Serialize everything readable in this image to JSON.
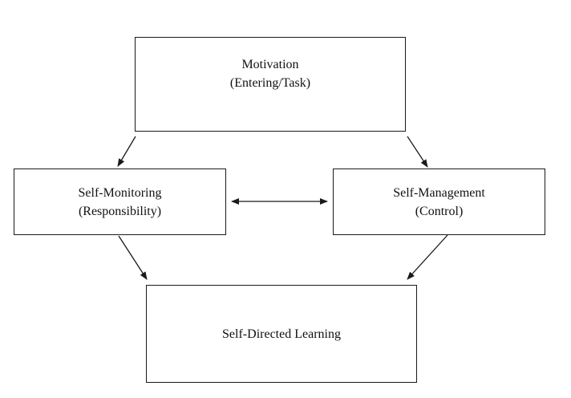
{
  "diagram": {
    "nodes": {
      "motivation": {
        "line1": "Motivation",
        "line2": "(Entering/Task)"
      },
      "self_monitoring": {
        "line1": "Self-Monitoring",
        "line2": "(Responsibility)"
      },
      "self_management": {
        "line1": "Self-Management",
        "line2": "(Control)"
      },
      "self_directed_learning": {
        "line1": "Self-Directed Learning"
      }
    },
    "edges": [
      {
        "from": "motivation",
        "to": "self_monitoring",
        "direction": "forward"
      },
      {
        "from": "motivation",
        "to": "self_management",
        "direction": "forward"
      },
      {
        "from": "self_monitoring",
        "to": "self_management",
        "direction": "both"
      },
      {
        "from": "self_monitoring",
        "to": "self_directed_learning",
        "direction": "forward"
      },
      {
        "from": "self_management",
        "to": "self_directed_learning",
        "direction": "forward"
      }
    ],
    "colors": {
      "line": "#1a1a1a",
      "background": "#ffffff"
    }
  }
}
